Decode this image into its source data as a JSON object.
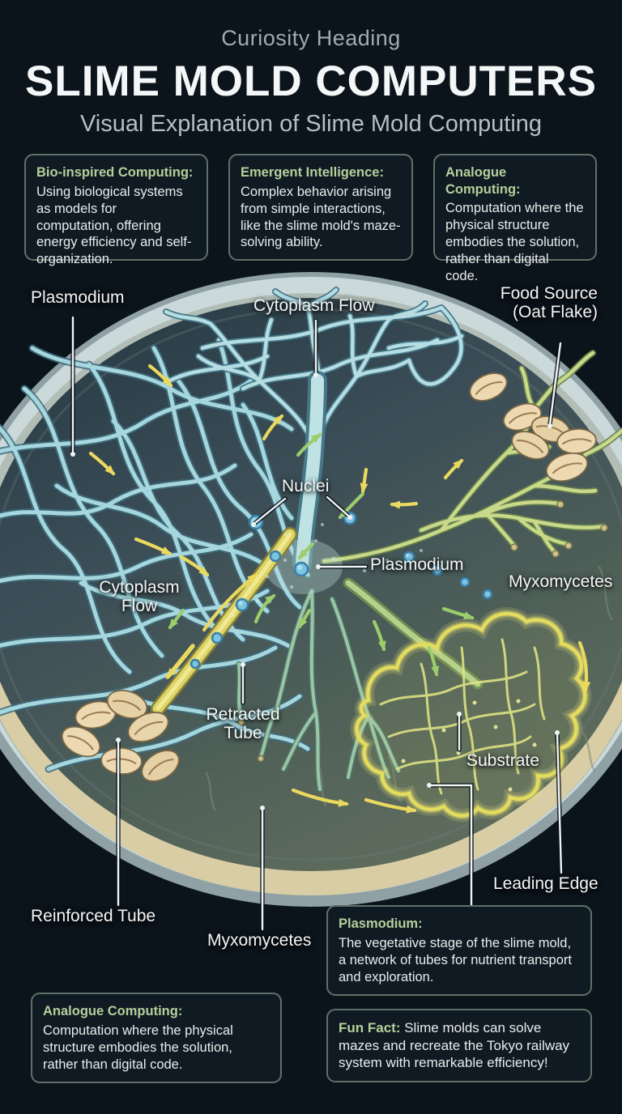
{
  "header": {
    "eyebrow": "Curiosity Heading",
    "title": "SLIME MOLD COMPUTERS",
    "subtitle": "Visual Explanation of Slime Mold Computing"
  },
  "info_boxes_top": [
    {
      "heading": "Bio-inspired Computing:",
      "body": "Using biological systems as models for computation, offering energy efficiency and self-organization."
    },
    {
      "heading": "Emergent Intelligence:",
      "body": "Complex behavior arising from simple interactions, like the slime mold's maze-solving ability."
    },
    {
      "heading": "Analogue Computing:",
      "body": "Computation where the physical structure embodies the solution, rather than digital code."
    }
  ],
  "diagram": {
    "labels": {
      "plasmodium_top": "Plasmodium",
      "cytoplasm_flow_top": "Cytoplasm Flow",
      "food_source": "Food Source (Oat Flake)",
      "nuclei": "Nuclei",
      "plasmodium_center": "Plasmodium",
      "myxomycetes_right": "Myxomycetes",
      "cytoplasm_flow_left": "Cytoplasm Flow",
      "retracted_tube": "Retracted Tube",
      "substrate": "Substrate",
      "leading_edge": "Leading Edge",
      "reinforced_tube": "Reinforced Tube",
      "myxomycetes_bottom": "Myxomycetes"
    }
  },
  "info_boxes_bottom": [
    {
      "heading": "Plasmodium:",
      "body": "The vegetative stage of the slime mold, a network of tubes for nutrient transport and exploration."
    },
    {
      "heading": "Analogue Computing:",
      "body": "Computation where the physical structure embodies the solution, rather than digital code."
    },
    {
      "heading": "Fun Fact:",
      "body": "Slime molds can solve mazes and recreate the Tokyo railway system with remarkable efficiency!"
    }
  ],
  "colors": {
    "background": "#0b131b",
    "heading_green": "#b7cf9b",
    "label_white": "#f3f6f6",
    "tube_blue": "#a6d6de",
    "tube_yellow": "#e8e070",
    "arrow_yellow": "#ead95e",
    "arrow_green": "#9ccd6c"
  }
}
